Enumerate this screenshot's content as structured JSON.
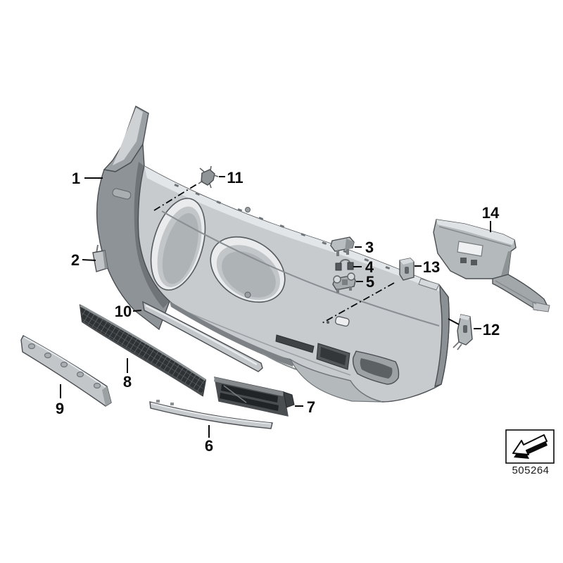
{
  "page": {
    "background": "#ffffff"
  },
  "diagram": {
    "type": "exploded-parts-diagram",
    "subject": "front bumper trim panel assembly",
    "callouts": [
      {
        "id": "1",
        "label": "1"
      },
      {
        "id": "2",
        "label": "2"
      },
      {
        "id": "3",
        "label": "3"
      },
      {
        "id": "4",
        "label": "4"
      },
      {
        "id": "5",
        "label": "5"
      },
      {
        "id": "6",
        "label": "6"
      },
      {
        "id": "7",
        "label": "7"
      },
      {
        "id": "8",
        "label": "8"
      },
      {
        "id": "9",
        "label": "9"
      },
      {
        "id": "10",
        "label": "10"
      },
      {
        "id": "11",
        "label": "11"
      },
      {
        "id": "12",
        "label": "12"
      },
      {
        "id": "13",
        "label": "13"
      },
      {
        "id": "14",
        "label": "14"
      }
    ],
    "footer": {
      "diagram_code": "505264",
      "icon": "direction-of-travel-arrow"
    },
    "colors": {
      "line": "#0a0a0a",
      "body_light": "#e3e6e8",
      "body_mid": "#c7cbce",
      "body_dark": "#8b9094",
      "grille_dark": "#2f3234",
      "background": "#ffffff"
    }
  }
}
